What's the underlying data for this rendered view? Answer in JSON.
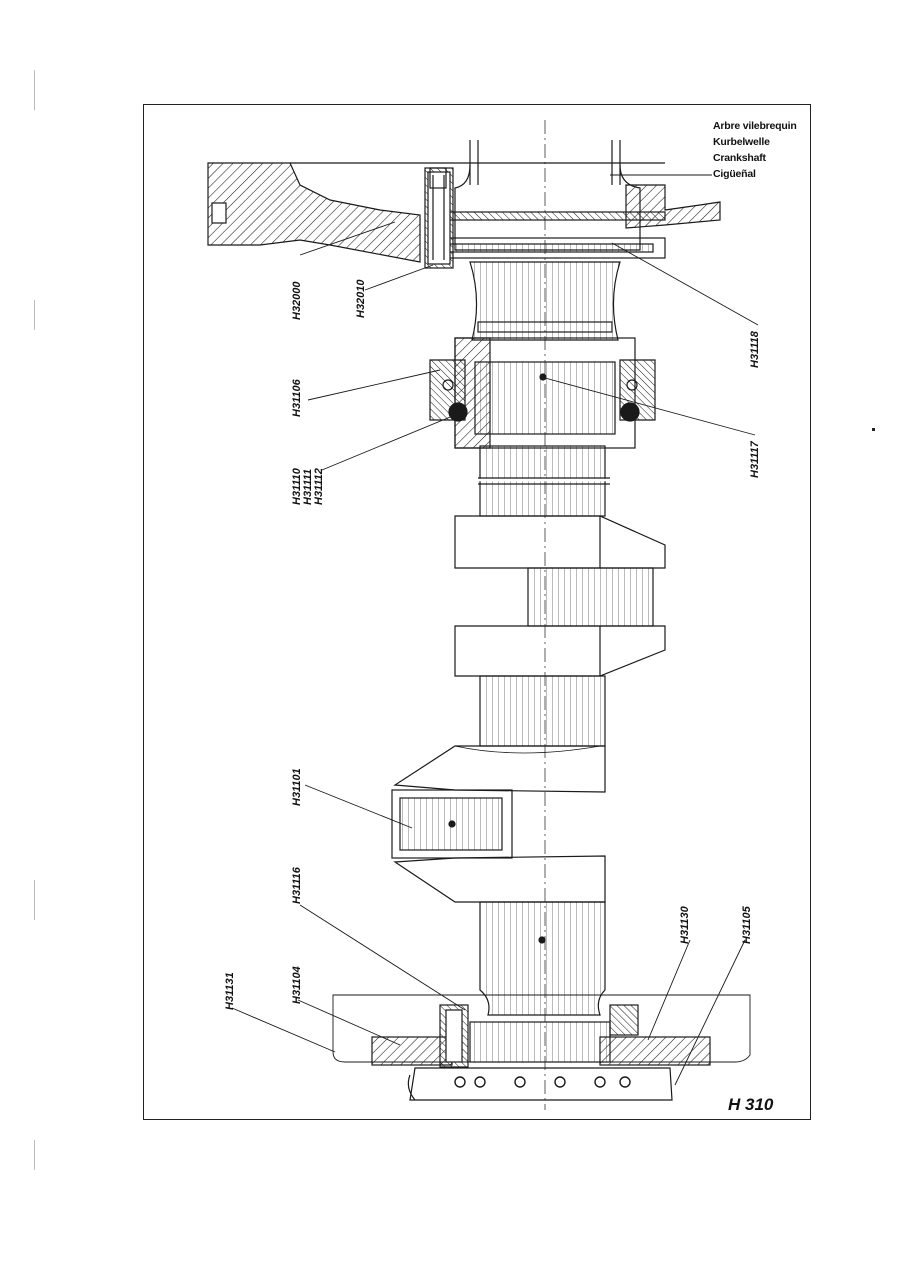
{
  "titles": [
    "Arbre vilebrequin",
    "Kurbelwelle",
    "Crankshaft",
    "Cigüeñal"
  ],
  "figure_number": "H 310",
  "parts": {
    "h32000": "H32000",
    "h32010": "H32010",
    "h31118": "H31118",
    "h31106": "H31106",
    "h31117": "H31117",
    "h31110": "H31110",
    "h31111": "H31111",
    "h31112": "H31112",
    "h31101": "H31101",
    "h31116": "H31116",
    "h31130": "H31130",
    "h31105": "H31105",
    "h31131": "H31131",
    "h31104": "H31104"
  },
  "colors": {
    "ink": "#1a1a1a",
    "paper": "#ffffff"
  }
}
